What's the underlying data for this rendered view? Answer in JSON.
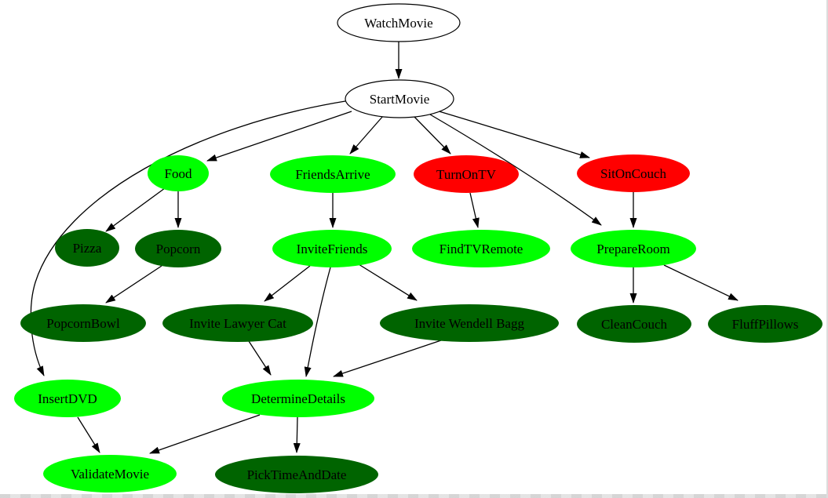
{
  "diagram": {
    "kind": "directed-task-graph",
    "root": "WatchMovie",
    "background": "#ffffff",
    "edge_color": "#000000",
    "text_color": "#000000"
  },
  "palette": {
    "white": "#ffffff",
    "bright_green": "#00ff00",
    "dark_green": "#006400",
    "red": "#ff0000"
  },
  "nodes": [
    {
      "id": "WatchMovie",
      "label": "WatchMovie",
      "color": "white"
    },
    {
      "id": "StartMovie",
      "label": "StartMovie",
      "color": "white"
    },
    {
      "id": "Food",
      "label": "Food",
      "color": "bright_green"
    },
    {
      "id": "FriendsArrive",
      "label": "FriendsArrive",
      "color": "bright_green"
    },
    {
      "id": "TurnOnTV",
      "label": "TurnOnTV",
      "color": "red"
    },
    {
      "id": "SitOnCouch",
      "label": "SitOnCouch",
      "color": "red"
    },
    {
      "id": "Pizza",
      "label": "Pizza",
      "color": "dark_green"
    },
    {
      "id": "Popcorn",
      "label": "Popcorn",
      "color": "dark_green"
    },
    {
      "id": "InviteFriends",
      "label": "InviteFriends",
      "color": "bright_green"
    },
    {
      "id": "FindTVRemote",
      "label": "FindTVRemote",
      "color": "bright_green"
    },
    {
      "id": "PrepareRoom",
      "label": "PrepareRoom",
      "color": "bright_green"
    },
    {
      "id": "PopcornBowl",
      "label": "PopcornBowl",
      "color": "dark_green"
    },
    {
      "id": "InviteLawyerCat",
      "label": "Invite Lawyer Cat",
      "color": "dark_green"
    },
    {
      "id": "InviteWendellBagg",
      "label": "Invite Wendell Bagg",
      "color": "dark_green"
    },
    {
      "id": "CleanCouch",
      "label": "CleanCouch",
      "color": "dark_green"
    },
    {
      "id": "FluffPillows",
      "label": "FluffPillows",
      "color": "dark_green"
    },
    {
      "id": "InsertDVD",
      "label": "InsertDVD",
      "color": "bright_green"
    },
    {
      "id": "DetermineDetails",
      "label": "DetermineDetails",
      "color": "bright_green"
    },
    {
      "id": "ValidateMovie",
      "label": "ValidateMovie",
      "color": "bright_green"
    },
    {
      "id": "PickTimeAndDate",
      "label": "PickTimeAndDate",
      "color": "dark_green"
    }
  ],
  "edges": [
    {
      "from": "WatchMovie",
      "to": "StartMovie"
    },
    {
      "from": "StartMovie",
      "to": "Food"
    },
    {
      "from": "StartMovie",
      "to": "FriendsArrive"
    },
    {
      "from": "StartMovie",
      "to": "TurnOnTV"
    },
    {
      "from": "StartMovie",
      "to": "SitOnCouch"
    },
    {
      "from": "StartMovie",
      "to": "PrepareRoom"
    },
    {
      "from": "StartMovie",
      "to": "InsertDVD"
    },
    {
      "from": "Food",
      "to": "Pizza"
    },
    {
      "from": "Food",
      "to": "Popcorn"
    },
    {
      "from": "Popcorn",
      "to": "PopcornBowl"
    },
    {
      "from": "FriendsArrive",
      "to": "InviteFriends"
    },
    {
      "from": "TurnOnTV",
      "to": "FindTVRemote"
    },
    {
      "from": "SitOnCouch",
      "to": "PrepareRoom"
    },
    {
      "from": "InviteFriends",
      "to": "InviteLawyerCat"
    },
    {
      "from": "InviteFriends",
      "to": "InviteWendellBagg"
    },
    {
      "from": "InviteFriends",
      "to": "DetermineDetails"
    },
    {
      "from": "InviteLawyerCat",
      "to": "DetermineDetails"
    },
    {
      "from": "InviteWendellBagg",
      "to": "DetermineDetails"
    },
    {
      "from": "PrepareRoom",
      "to": "CleanCouch"
    },
    {
      "from": "PrepareRoom",
      "to": "FluffPillows"
    },
    {
      "from": "InsertDVD",
      "to": "ValidateMovie"
    },
    {
      "from": "DetermineDetails",
      "to": "ValidateMovie"
    },
    {
      "from": "DetermineDetails",
      "to": "PickTimeAndDate"
    }
  ]
}
